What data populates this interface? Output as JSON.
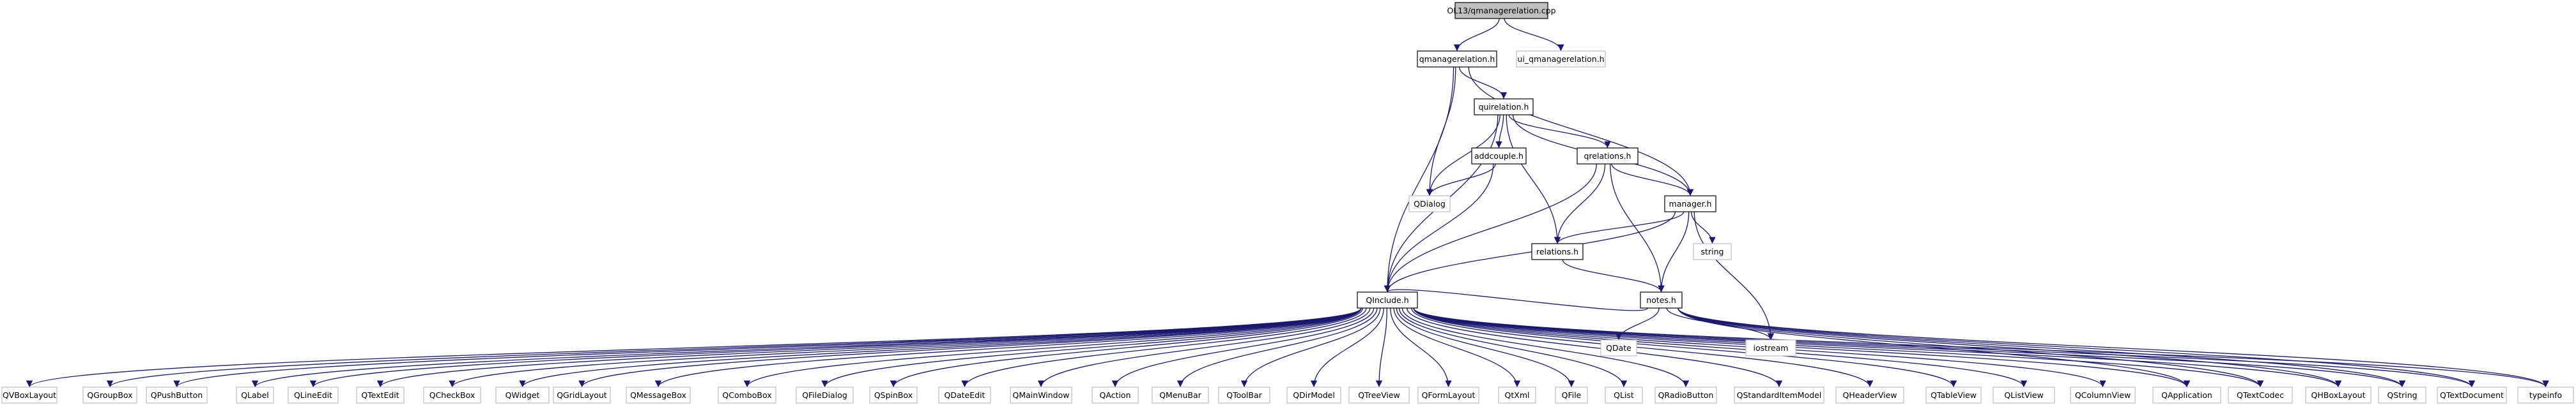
{
  "graph": {
    "nodes": [
      {
        "id": "root",
        "label": "OL13/qmanagerelation.cpp",
        "kind": "root"
      },
      {
        "id": "qmr",
        "label": "qmanagerelation.h",
        "kind": "file"
      },
      {
        "id": "uiq",
        "label": "ui_qmanagerelation.h",
        "kind": "external"
      },
      {
        "id": "qrel",
        "label": "quirelation.h",
        "kind": "file"
      },
      {
        "id": "addc",
        "label": "addcouple.h",
        "kind": "file"
      },
      {
        "id": "qrels",
        "label": "qrelations.h",
        "kind": "file"
      },
      {
        "id": "qdialog",
        "label": "QDialog",
        "kind": "external"
      },
      {
        "id": "manager",
        "label": "manager.h",
        "kind": "file"
      },
      {
        "id": "string",
        "label": "string",
        "kind": "external"
      },
      {
        "id": "relations",
        "label": "relations.h",
        "kind": "file"
      },
      {
        "id": "notes",
        "label": "notes.h",
        "kind": "file"
      },
      {
        "id": "qdate",
        "label": "QDate",
        "kind": "external"
      },
      {
        "id": "iostream",
        "label": "iostream",
        "kind": "external"
      },
      {
        "id": "qinclude",
        "label": "QInclude.h",
        "kind": "file"
      },
      {
        "id": "typeinfo",
        "label": "typeinfo",
        "kind": "external"
      },
      {
        "id": "b0",
        "label": "QVBoxLayout",
        "kind": "external"
      },
      {
        "id": "b1",
        "label": "QGroupBox",
        "kind": "external"
      },
      {
        "id": "b2",
        "label": "QPushButton",
        "kind": "external"
      },
      {
        "id": "b3",
        "label": "QLabel",
        "kind": "external"
      },
      {
        "id": "b4",
        "label": "QLineEdit",
        "kind": "external"
      },
      {
        "id": "b5",
        "label": "QTextEdit",
        "kind": "external"
      },
      {
        "id": "b6",
        "label": "QCheckBox",
        "kind": "external"
      },
      {
        "id": "b7",
        "label": "QWidget",
        "kind": "external"
      },
      {
        "id": "b8",
        "label": "QGridLayout",
        "kind": "external"
      },
      {
        "id": "b9",
        "label": "QMessageBox",
        "kind": "external"
      },
      {
        "id": "b10",
        "label": "QComboBox",
        "kind": "external"
      },
      {
        "id": "b11",
        "label": "QFileDialog",
        "kind": "external"
      },
      {
        "id": "b12",
        "label": "QSpinBox",
        "kind": "external"
      },
      {
        "id": "b13",
        "label": "QDateEdit",
        "kind": "external"
      },
      {
        "id": "b14",
        "label": "QMainWindow",
        "kind": "external"
      },
      {
        "id": "b15",
        "label": "QAction",
        "kind": "external"
      },
      {
        "id": "b16",
        "label": "QMenuBar",
        "kind": "external"
      },
      {
        "id": "b17",
        "label": "QToolBar",
        "kind": "external"
      },
      {
        "id": "b18",
        "label": "QDirModel",
        "kind": "external"
      },
      {
        "id": "b19",
        "label": "QTreeView",
        "kind": "external"
      },
      {
        "id": "b20",
        "label": "QFormLayout",
        "kind": "external"
      },
      {
        "id": "b21",
        "label": "QtXml",
        "kind": "external"
      },
      {
        "id": "b22",
        "label": "QFile",
        "kind": "external"
      },
      {
        "id": "b23",
        "label": "QList",
        "kind": "external"
      },
      {
        "id": "b24",
        "label": "QRadioButton",
        "kind": "external"
      },
      {
        "id": "b25",
        "label": "QStandardItemModel",
        "kind": "external"
      },
      {
        "id": "b26",
        "label": "QHeaderView",
        "kind": "external"
      },
      {
        "id": "b27",
        "label": "QTableView",
        "kind": "external"
      },
      {
        "id": "b28",
        "label": "QListView",
        "kind": "external"
      },
      {
        "id": "b29",
        "label": "QColumnView",
        "kind": "external"
      },
      {
        "id": "b30",
        "label": "QApplication",
        "kind": "external"
      },
      {
        "id": "b31",
        "label": "QTextCodec",
        "kind": "external"
      },
      {
        "id": "b32",
        "label": "QHBoxLayout",
        "kind": "external"
      },
      {
        "id": "b33",
        "label": "QString",
        "kind": "external"
      },
      {
        "id": "b34",
        "label": "QTextDocument",
        "kind": "external"
      }
    ],
    "edges": [
      [
        "root",
        "qmr"
      ],
      [
        "root",
        "uiq"
      ],
      [
        "qmr",
        "qrel"
      ],
      [
        "qmr",
        "qdialog"
      ],
      [
        "qmr",
        "manager"
      ],
      [
        "qmr",
        "qinclude"
      ],
      [
        "qrel",
        "addc"
      ],
      [
        "qrel",
        "qrels"
      ],
      [
        "qrel",
        "qdialog"
      ],
      [
        "qrel",
        "manager"
      ],
      [
        "qrel",
        "relations"
      ],
      [
        "qrel",
        "qinclude"
      ],
      [
        "addc",
        "qdialog"
      ],
      [
        "addc",
        "qinclude"
      ],
      [
        "qrels",
        "manager"
      ],
      [
        "qrels",
        "relations"
      ],
      [
        "qrels",
        "notes"
      ],
      [
        "qrels",
        "qinclude"
      ],
      [
        "manager",
        "string"
      ],
      [
        "manager",
        "relations"
      ],
      [
        "manager",
        "notes"
      ],
      [
        "manager",
        "iostream"
      ],
      [
        "manager",
        "qinclude"
      ],
      [
        "relations",
        "notes"
      ],
      [
        "notes",
        "qdate"
      ],
      [
        "notes",
        "iostream"
      ],
      [
        "notes",
        "qinclude"
      ],
      [
        "notes",
        "typeinfo"
      ],
      [
        "notes",
        "b30"
      ],
      [
        "notes",
        "b31"
      ],
      [
        "notes",
        "b32"
      ],
      [
        "notes",
        "b33"
      ],
      [
        "notes",
        "b34"
      ],
      [
        "qinclude",
        "b0"
      ],
      [
        "qinclude",
        "b1"
      ],
      [
        "qinclude",
        "b2"
      ],
      [
        "qinclude",
        "b3"
      ],
      [
        "qinclude",
        "b4"
      ],
      [
        "qinclude",
        "b5"
      ],
      [
        "qinclude",
        "b6"
      ],
      [
        "qinclude",
        "b7"
      ],
      [
        "qinclude",
        "b8"
      ],
      [
        "qinclude",
        "b9"
      ],
      [
        "qinclude",
        "b10"
      ],
      [
        "qinclude",
        "b11"
      ],
      [
        "qinclude",
        "b12"
      ],
      [
        "qinclude",
        "b13"
      ],
      [
        "qinclude",
        "b14"
      ],
      [
        "qinclude",
        "b15"
      ],
      [
        "qinclude",
        "b16"
      ],
      [
        "qinclude",
        "b17"
      ],
      [
        "qinclude",
        "b18"
      ],
      [
        "qinclude",
        "b19"
      ],
      [
        "qinclude",
        "b20"
      ],
      [
        "qinclude",
        "b21"
      ],
      [
        "qinclude",
        "b22"
      ],
      [
        "qinclude",
        "b23"
      ],
      [
        "qinclude",
        "b24"
      ],
      [
        "qinclude",
        "b25"
      ],
      [
        "qinclude",
        "b26"
      ],
      [
        "qinclude",
        "b27"
      ],
      [
        "qinclude",
        "b28"
      ],
      [
        "qinclude",
        "b29"
      ],
      [
        "qinclude",
        "b30"
      ],
      [
        "qinclude",
        "b31"
      ],
      [
        "qinclude",
        "b32"
      ],
      [
        "qinclude",
        "b33"
      ],
      [
        "qinclude",
        "b34"
      ],
      [
        "qinclude",
        "typeinfo"
      ]
    ]
  },
  "colors": {
    "edge": "#191970",
    "root_fill": "#bfbfbf",
    "file_border": "#000000",
    "external_border": "#bfbfbf",
    "background": "#ffffff"
  }
}
